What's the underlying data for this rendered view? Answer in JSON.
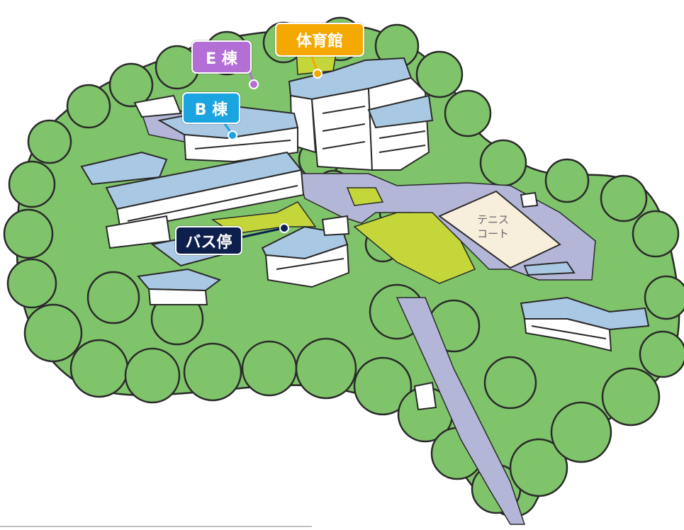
{
  "labels": {
    "gym": {
      "text": "体育館",
      "color": "#f5a800"
    },
    "building_e": {
      "text": "E 棟",
      "color": "#b46fd6"
    },
    "building_b": {
      "text": "B 棟",
      "color": "#1aa4e0"
    },
    "bus_stop": {
      "text": "バス停",
      "color": "#0d1f4c"
    }
  },
  "tennis_court": {
    "line1": "テニス",
    "line2": "コート"
  },
  "colors": {
    "tree": "#7fc46a",
    "tree_outline": "#2a2a2a",
    "road": "#b3b6d6",
    "lawn": "#c4d63a",
    "roof": "#a9c8e3",
    "court": "#f7eedc",
    "wall": "#ffffff"
  },
  "icons": [
    "tree-icon",
    "building-icon",
    "road-icon"
  ]
}
